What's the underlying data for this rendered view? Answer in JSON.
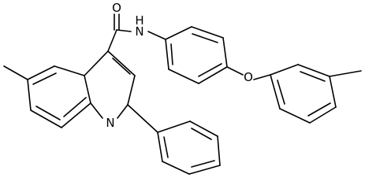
{
  "structure": {
    "atoms": {
      "oxygen_carbonyl": "O",
      "nitrogen_amide": "N",
      "hydrogen_amide": "H",
      "nitrogen_ring": "N",
      "oxygen_ether": "O"
    }
  }
}
